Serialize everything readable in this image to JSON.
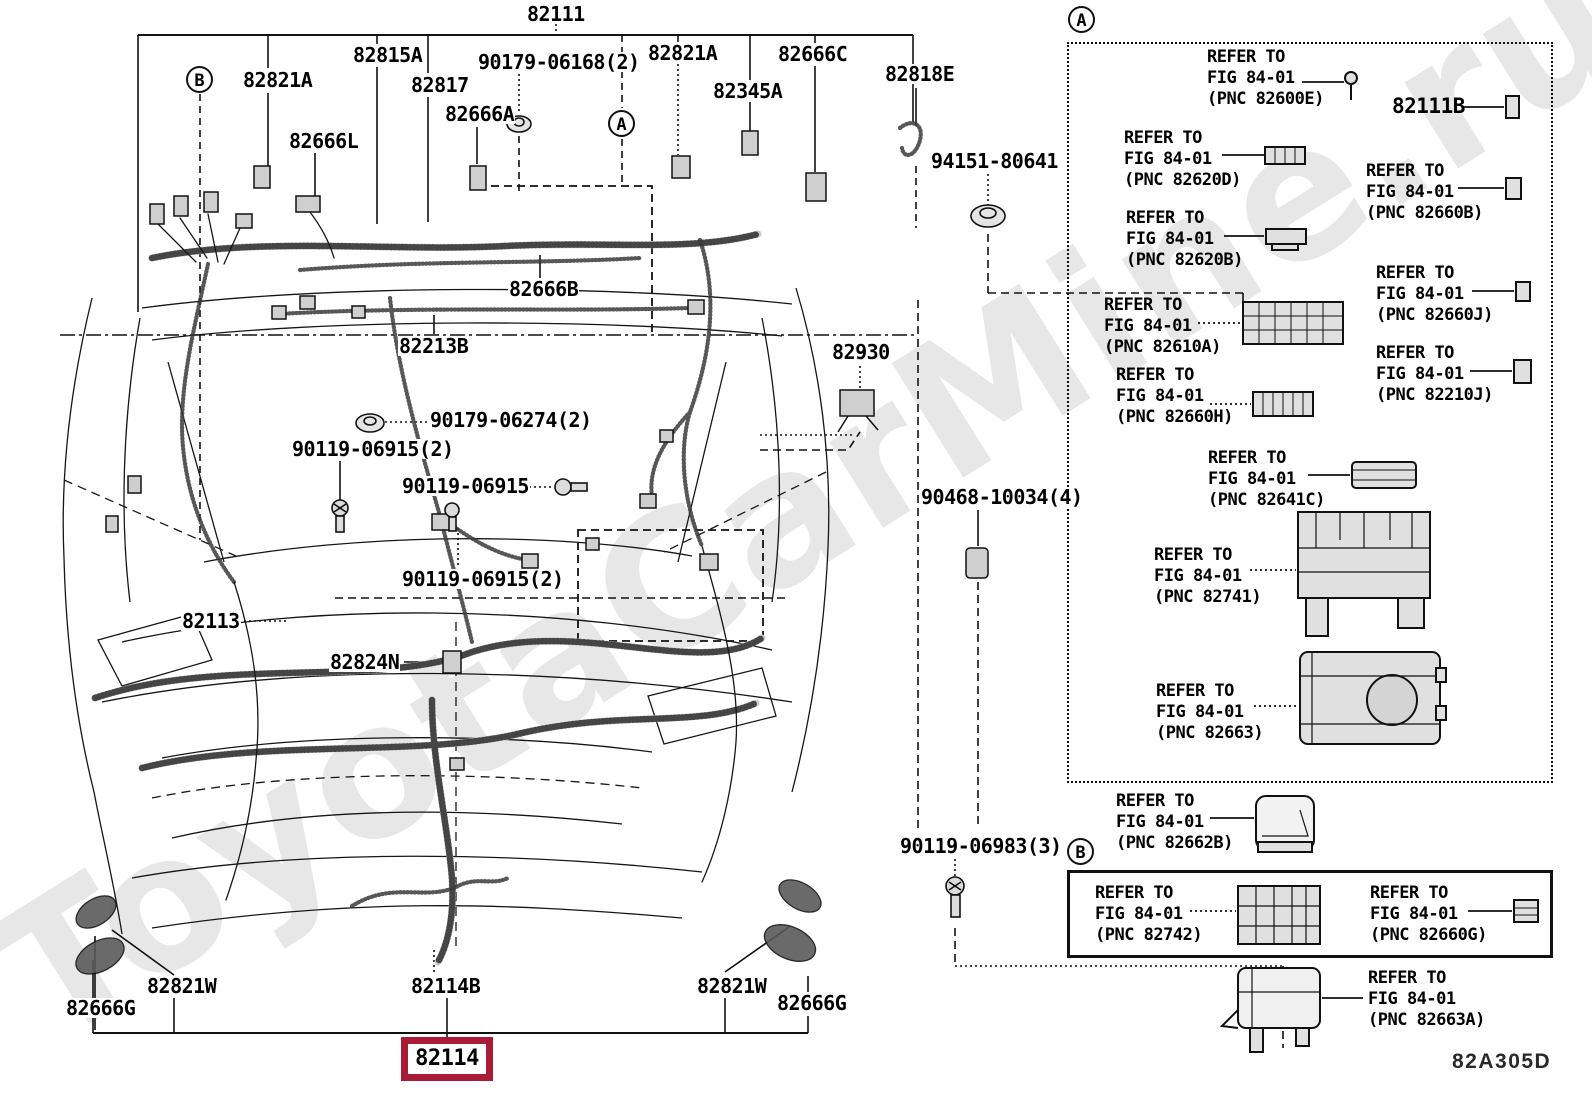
{
  "watermark": "ToyotaCarMine.ru",
  "footer_code": "82A305D",
  "strings": {
    "refer_to": "REFER TO",
    "fig": "FIG 84-01"
  },
  "circles": {
    "a": "A",
    "b": "B"
  },
  "highlight": {
    "part": "82114",
    "box_color": "#a81c38"
  },
  "main_labels": [
    {
      "text": "82111"
    },
    {
      "text": "82821A"
    },
    {
      "text": "82815A"
    },
    {
      "text": "90179-06168(2)"
    },
    {
      "text": "82821A"
    },
    {
      "text": "82666C"
    },
    {
      "text": "82818E"
    },
    {
      "text": "82817"
    },
    {
      "text": "82345A"
    },
    {
      "text": "82666A"
    },
    {
      "text": "82666L"
    },
    {
      "text": "94151-80641"
    },
    {
      "text": "82666B"
    },
    {
      "text": "82213B"
    },
    {
      "text": "82930"
    },
    {
      "text": "90179-06274(2)"
    },
    {
      "text": "90119-06915(2)"
    },
    {
      "text": "90119-06915"
    },
    {
      "text": "90468-10034(4)"
    },
    {
      "text": "90119-06915(2)"
    },
    {
      "text": "82113"
    },
    {
      "text": "82824N"
    },
    {
      "text": "82666G"
    },
    {
      "text": "82821W"
    },
    {
      "text": "82114B"
    },
    {
      "text": "82821W"
    },
    {
      "text": "82666G"
    },
    {
      "text": "90119-06983(3)"
    }
  ],
  "panel_part_number": "82111B",
  "pnc_entries": [
    {
      "pnc": "(PNC 82600E)"
    },
    {
      "pnc": "(PNC 82620D)"
    },
    {
      "pnc": "(PNC 82660B)"
    },
    {
      "pnc": "(PNC 82620B)"
    },
    {
      "pnc": "(PNC 82660J)"
    },
    {
      "pnc": "(PNC 82610A)"
    },
    {
      "pnc": "(PNC 82210J)"
    },
    {
      "pnc": "(PNC 82660H)"
    },
    {
      "pnc": "(PNC 82641C)"
    },
    {
      "pnc": "(PNC 82741)"
    },
    {
      "pnc": "(PNC 82663)"
    },
    {
      "pnc": "(PNC 82662B)"
    },
    {
      "pnc": "(PNC 82742)"
    },
    {
      "pnc": "(PNC 82660G)"
    },
    {
      "pnc": "(PNC 82663A)"
    }
  ]
}
